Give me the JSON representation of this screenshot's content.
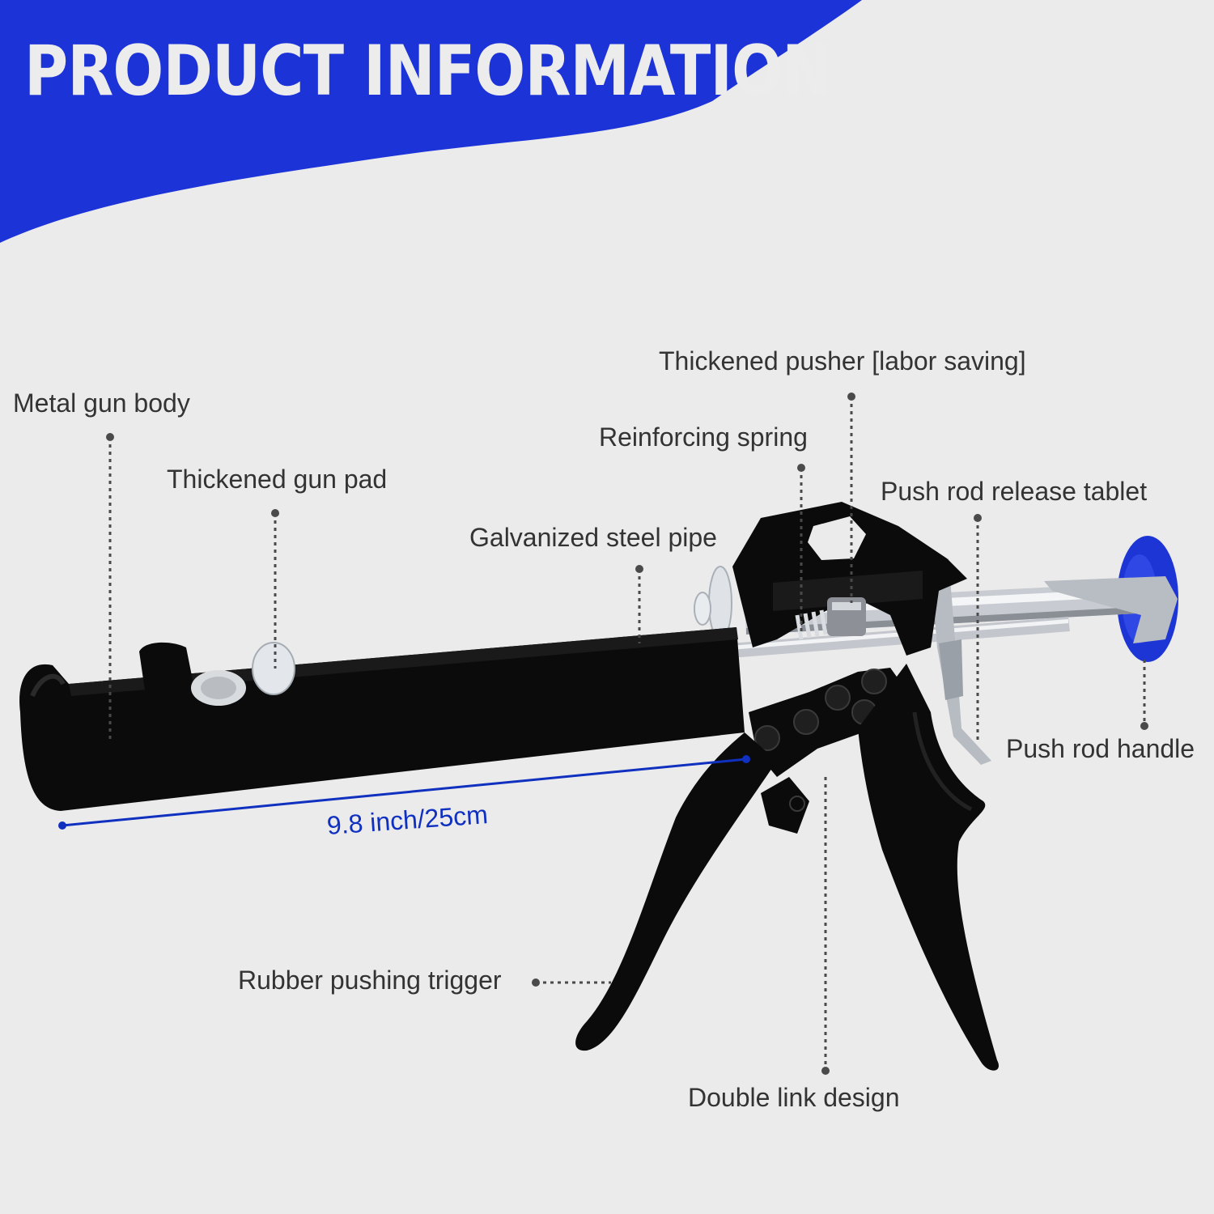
{
  "banner": {
    "title": "PRODUCT INFORMATION",
    "color": "#1c33d8"
  },
  "labels": {
    "metal_gun_body": "Metal gun body",
    "thickened_gun_pad": "Thickened gun pad",
    "galvanized_steel_pipe": "Galvanized steel pipe",
    "reinforcing_spring": "Reinforcing spring",
    "thickened_pusher": "Thickened pusher [labor saving]",
    "push_rod_release_tablet": "Push rod release tablet",
    "push_rod_handle": "Push rod handle",
    "rubber_pushing_trigger": "Rubber pushing trigger",
    "double_link_design": "Double link design"
  },
  "dimension": {
    "text": "9.8 inch/25cm",
    "color": "#1030c0"
  },
  "product": {
    "body_color": "#0b0b0b",
    "rod_color": "#c8ccd2",
    "handle_color": "#1e35d6"
  }
}
